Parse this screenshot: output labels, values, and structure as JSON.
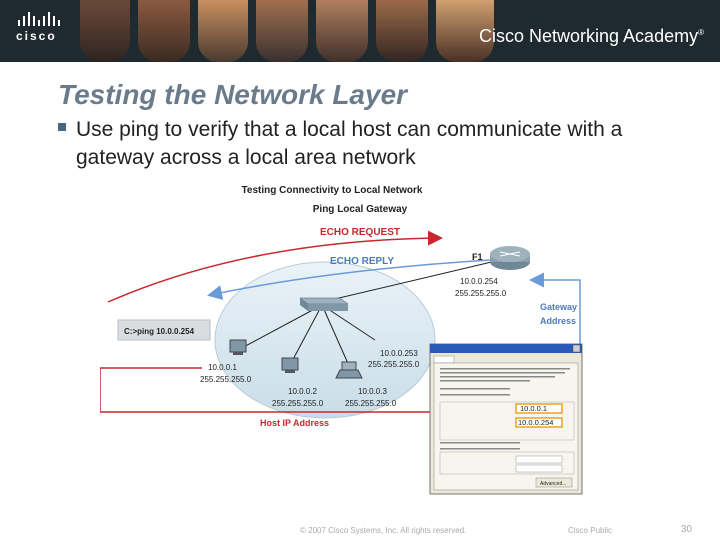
{
  "header": {
    "logo_text": "cisco",
    "academy_text": "Cisco Networking Academy",
    "academy_mark": "®"
  },
  "slide": {
    "title": "Testing the Network Layer",
    "bullet": "Use ping to verify that a local host can communicate with a gateway across a local area network"
  },
  "diagram": {
    "title": "Testing Connectivity to Local Network",
    "subtitle": "Ping Local Gateway",
    "echo_request": "ECHO REQUEST",
    "echo_reply": "ECHO REPLY",
    "router_name": "F1",
    "router_ip": "10.0.0.254",
    "router_mask": "255.255.255.0",
    "gateway_label_1": "Gateway",
    "gateway_label_2": "Address",
    "command": "C:>ping 10.0.0.254",
    "switch_ip": "10.0.0.253",
    "switch_mask": "255.255.255.0",
    "host1_ip": "10.0.0.1",
    "host1_mask": "255.255.255.0",
    "host2_ip": "10.0.0.2",
    "host2_mask": "255.255.255.0",
    "host3_ip": "10.0.0.3",
    "host3_mask": "255.255.255.0",
    "host_ip_label": "Host IP Address",
    "dialog_ip": "10.0.0.1",
    "dialog_gateway": "10.0.0.254",
    "dialog_button": "Advanced..."
  },
  "footer": {
    "copyright": "© 2007 Cisco Systems, Inc. All rights reserved.",
    "confidential": "Cisco Public",
    "page": "30"
  },
  "colors": {
    "banner": "#1f2a30",
    "title": "#6a7b8c",
    "arrow_red": "#c8282d",
    "arrow_blue": "#6a9bd8",
    "highlight": "#f0a020",
    "lan_ellipse": "#d9e9f2"
  }
}
